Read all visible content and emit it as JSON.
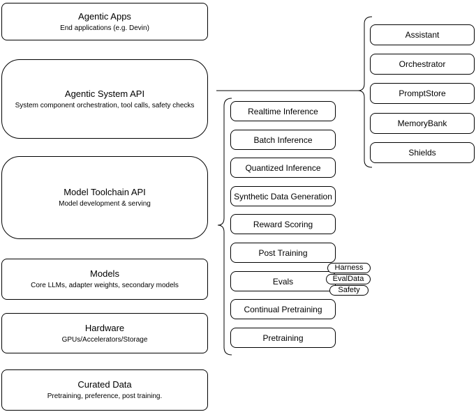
{
  "diagram": {
    "left_stack": [
      {
        "title": "Agentic Apps",
        "subtitle": "End applications (e.g. Devin)"
      },
      {
        "title": "Agentic System API",
        "subtitle": "System component orchestration, tool calls, safety checks"
      },
      {
        "title": "Model Toolchain API",
        "subtitle": "Model development & serving"
      },
      {
        "title": "Models",
        "subtitle": "Core LLMs, adapter weights, secondary models"
      },
      {
        "title": "Hardware",
        "subtitle": "GPUs/Accelerators/Storage"
      },
      {
        "title": "Curated Data",
        "subtitle": "Pretraining, preference, post training."
      }
    ],
    "toolchain_stack": [
      {
        "label": "Realtime Inference"
      },
      {
        "label": "Batch Inference"
      },
      {
        "label": "Quantized Inference"
      },
      {
        "label": "Synthetic Data Generation"
      },
      {
        "label": "Reward Scoring"
      },
      {
        "label": "Post Training"
      },
      {
        "label": "Evals"
      },
      {
        "label": "Continual Pretraining"
      },
      {
        "label": "Pretraining"
      }
    ],
    "eval_tags": [
      {
        "label": "Harness"
      },
      {
        "label": "EvalData"
      },
      {
        "label": "Safety"
      }
    ],
    "system_components": [
      {
        "label": "Assistant"
      },
      {
        "label": "Orchestrator"
      },
      {
        "label": "PromptStore"
      },
      {
        "label": "MemoryBank"
      },
      {
        "label": "Shields"
      }
    ],
    "colors": {
      "stroke": "#000000",
      "fill": "#ffffff",
      "text": "#000000",
      "background": "#ffffff"
    }
  }
}
